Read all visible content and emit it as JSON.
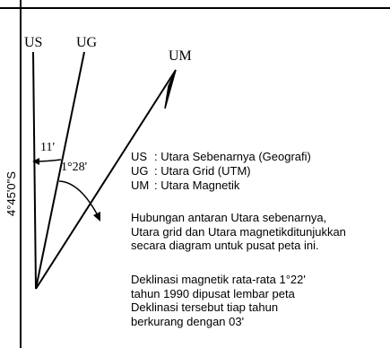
{
  "frame": {
    "latitude_label": "4°45'0\"S"
  },
  "arrows": {
    "us_label": "US",
    "ug_label": "UG",
    "um_label": "UM",
    "angle_us_ug": "11'",
    "angle_ug_um": "1°28'"
  },
  "legend": [
    {
      "code": "US",
      "text": ": Utara Sebenarnya (Geografi)"
    },
    {
      "code": "UG",
      "text": ": Utara Grid (UTM)"
    },
    {
      "code": "UM",
      "text": ": Utara Magnetik"
    }
  ],
  "description": [
    "Hubungan antaran Utara sebenarnya,",
    "Utara grid dan Utara magnetikditunjukkan",
    "secara diagram untuk pusat peta ini."
  ],
  "declination": [
    "Deklinasi magnetik rata-rata 1°22'",
    "tahun 1990 dipusat lembar peta",
    "Deklinasi tersebut tiap tahun",
    "berkurang dengan 03'"
  ]
}
